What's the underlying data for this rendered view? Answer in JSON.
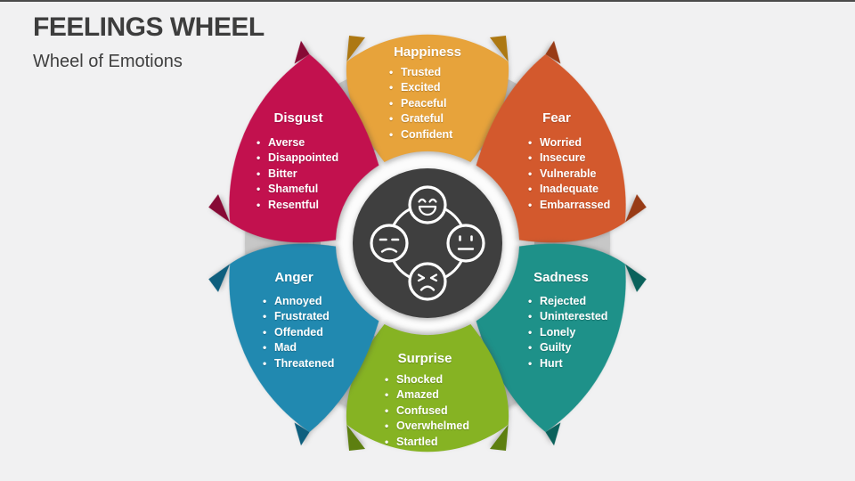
{
  "slide": {
    "title": "FEELINGS WHEEL",
    "subtitle": "Wheel of Emotions",
    "background_color": "#F1F1F2",
    "title_color": "#3D3D3D"
  },
  "wheel": {
    "bullet_glyph": "•",
    "ring_color": "#C7C7C7",
    "inner_circle_color": "#FCFCFC",
    "center": {
      "icon": "emotion-faces-icon",
      "background": "#3F3F3F",
      "faces": [
        "laughing-face",
        "neutral-face",
        "sad-face",
        "angry-face"
      ]
    },
    "segments": [
      {
        "name": "Happiness",
        "color": "#E7A33B",
        "fold_color": "#AD7812",
        "items": [
          "Trusted",
          "Excited",
          "Peaceful",
          "Grateful",
          "Confident"
        ]
      },
      {
        "name": "Fear",
        "color": "#D3592D",
        "fold_color": "#983B16",
        "items": [
          "Worried",
          "Insecure",
          "Vulnerable",
          "Inadequate",
          "Embarrassed"
        ]
      },
      {
        "name": "Sadness",
        "color": "#1E9189",
        "fold_color": "#0A615B",
        "items": [
          "Rejected",
          "Uninterested",
          "Lonely",
          "Guilty",
          "Hurt"
        ]
      },
      {
        "name": "Surprise",
        "color": "#86B323",
        "fold_color": "#5D7F10",
        "items": [
          "Shocked",
          "Amazed",
          "Confused",
          "Overwhelmed",
          "Startled"
        ]
      },
      {
        "name": "Anger",
        "color": "#2189B0",
        "fold_color": "#0F5F7E",
        "items": [
          "Annoyed",
          "Frustrated",
          "Offended",
          "Mad",
          "Threatened"
        ]
      },
      {
        "name": "Disgust",
        "color": "#C2114E",
        "fold_color": "#870A35",
        "items": [
          "Averse",
          "Disappointed",
          "Bitter",
          "Shameful",
          "Resentful"
        ]
      }
    ]
  }
}
